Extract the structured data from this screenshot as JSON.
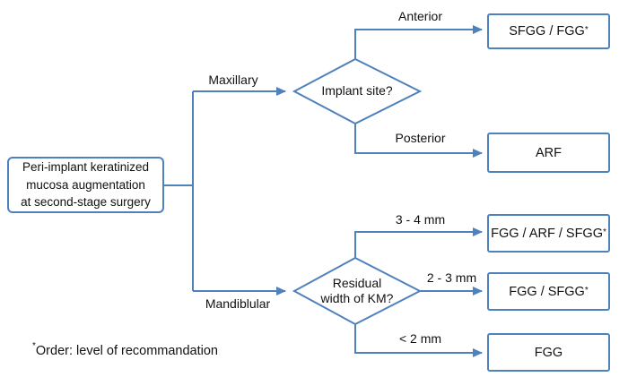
{
  "colors": {
    "line": "#4f81bd",
    "text": "#111111",
    "background": "#ffffff"
  },
  "root": {
    "label": "Peri-implant keratinized\nmucosa augmentation\nat second-stage surgery"
  },
  "branches": {
    "maxillary": "Maxillary",
    "mandibular": "Mandiblular"
  },
  "decisions": {
    "implant_site": {
      "label": "Implant site?"
    },
    "residual_width": {
      "label": "Residual\nwidth of KM?"
    }
  },
  "edge_labels": {
    "anterior": "Anterior",
    "posterior": "Posterior",
    "mm_3_4": "3 - 4 mm",
    "mm_2_3": "2 - 3 mm",
    "mm_lt_2": "< 2 mm"
  },
  "outcomes": {
    "sfgg_fgg": {
      "text": "SFGG / FGG",
      "sup": "*"
    },
    "arf": {
      "text": "ARF",
      "sup": ""
    },
    "fgg_arf_sfgg": {
      "text": "FGG / ARF / SFGG",
      "sup": "*"
    },
    "fgg_sfgg": {
      "text": "FGG / SFGG",
      "sup": "*"
    },
    "fgg": {
      "text": "FGG",
      "sup": ""
    }
  },
  "footnote": {
    "sup": "*",
    "text": "Order: level of recommandation"
  }
}
